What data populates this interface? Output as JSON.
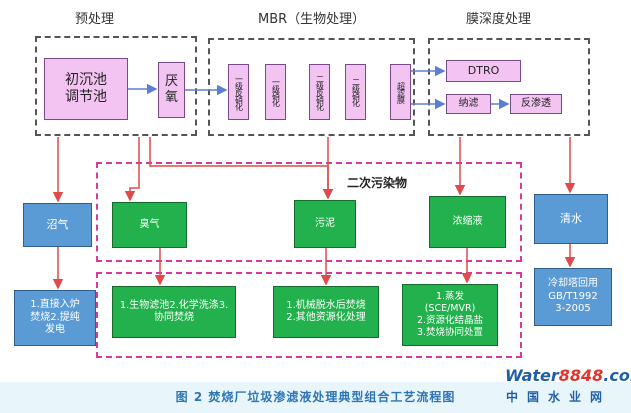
{
  "sections": {
    "pretreatment": "预处理",
    "mbr": "MBR（生物处理）",
    "membrane": "膜深度处理",
    "secondary_pollutants": "二次污染物"
  },
  "units": {
    "initial_settling": [
      "初沉池",
      "调节池"
    ],
    "anaerobic": [
      "厌",
      "氧"
    ],
    "denitrification_1": "一级反硝化",
    "nitrification_1": "一级硝化",
    "denitrification_2": "二级反硝化",
    "nitrification_2": "二级硝化",
    "ultrafiltration": "超滤膜",
    "dtro": "DTRO",
    "nanofiltration": "纳滤",
    "reverse_osmosis": "反渗透"
  },
  "pollutants": {
    "odor": "臭气",
    "sludge": "污泥",
    "concentrate": "浓缩液",
    "biogas": "沼气",
    "clean_water": "清水"
  },
  "treatments": {
    "odor": "1.生物滤池2.化学洗涤3.协同焚烧",
    "sludge": [
      "1.机械脱水后焚烧",
      "2.其他资源化处理"
    ],
    "concentrate": [
      "1.蒸发",
      "(SCE/MVR)",
      "2.资源化结晶盐",
      "3.焚烧协同处置"
    ],
    "biogas": [
      "1.直接入炉",
      "焚烧2.提纯",
      "发电"
    ],
    "clean_water": [
      "冷却塔回用",
      "GB/T1992",
      "3-2005"
    ]
  },
  "caption": "图 2 焚烧厂垃圾渗滤液处理典型组合工艺流程图",
  "watermark": {
    "latin_a": "Water",
    "latin_b": "8848",
    "latin_c": ".com",
    "cn": "中国水业网"
  },
  "colors": {
    "pink_box": "#f3c4f2",
    "green_box": "#22b14c",
    "blue_box": "#5b9bd5",
    "red_arrow": "#e04a4a",
    "blue_arrow": "#5b7fd6",
    "magenta_dash": "#d63aa0"
  }
}
